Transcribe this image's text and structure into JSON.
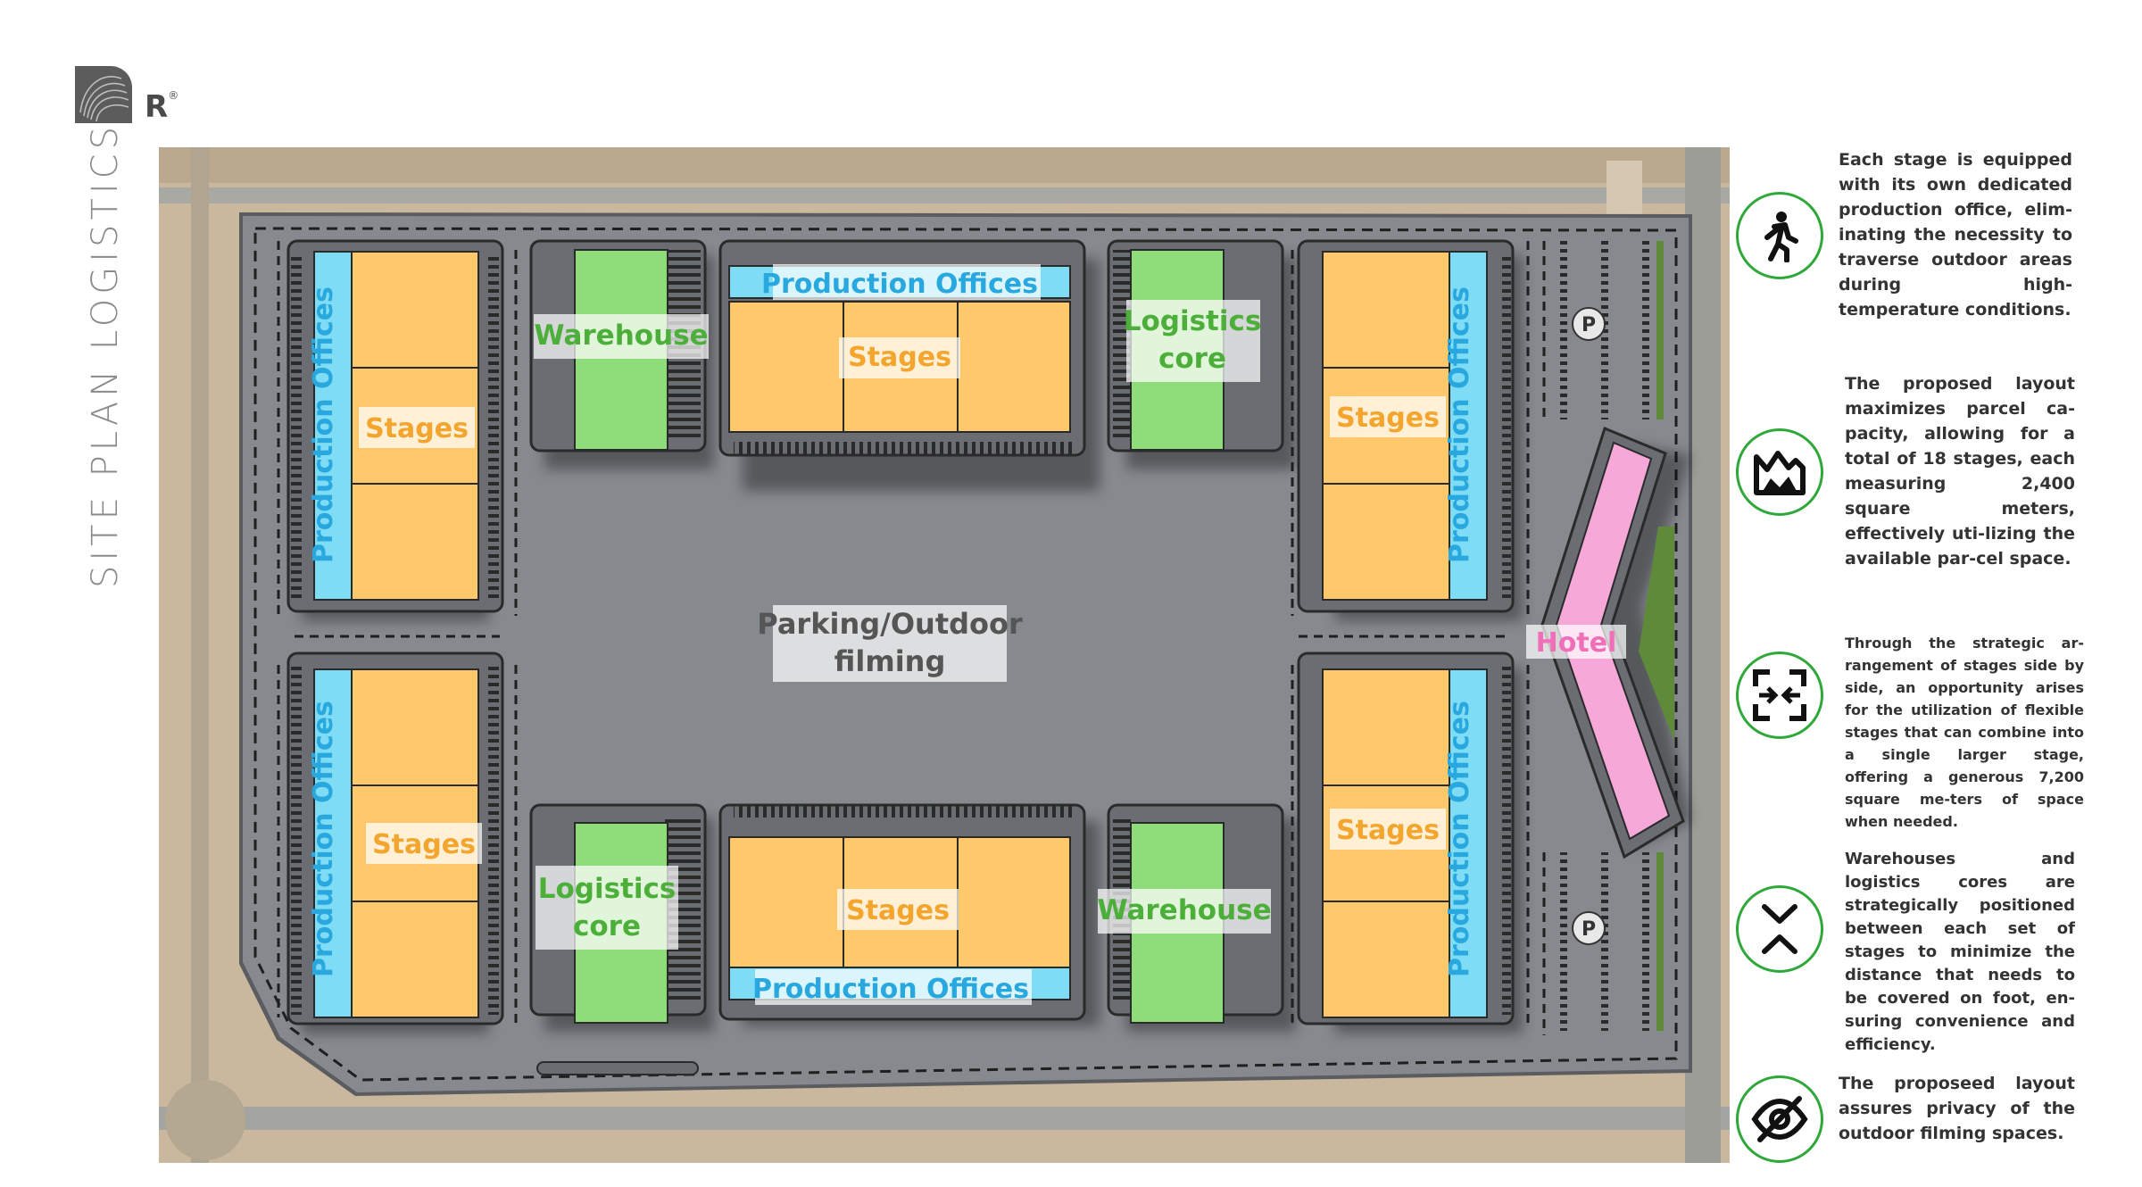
{
  "header": {
    "logo_letter": "R",
    "logo_mark": "®",
    "title": "SITE PLAN LOGISTICS"
  },
  "plan": {
    "labels": {
      "production_offices": "Production Offices",
      "stages": "Stages",
      "warehouse": "Warehouse",
      "logistics_core_line1": "Logistics",
      "logistics_core_line2": "core",
      "parking_line1": "Parking/Outdoor",
      "parking_line2": "filming",
      "hotel": "Hotel",
      "parking_sign": "P"
    },
    "colors": {
      "stages": "#ffc96b",
      "production_offices": "#7fdcf5",
      "warehouse": "#8fdc7a",
      "hotel": "#f6a8d8",
      "lot": "#86898d",
      "label_blue": "#29a8df",
      "label_green": "#4caf3a",
      "label_orange": "#f3a52e",
      "label_pink": "#f06fb8"
    }
  },
  "features": [
    {
      "icon": "walking-person-icon",
      "text": "Each stage is equipped with its own dedicated production office, elim-inating the necessity to traverse outdoor areas during high-temperature conditions."
    },
    {
      "icon": "mountains-icon",
      "text": "The proposed layout maximizes parcel ca-pacity, allowing for a total of 18 stages, each measuring 2,400 square meters, effectively uti-lizing the available par-cel space."
    },
    {
      "icon": "combine-arrows-icon",
      "text": "Through the strategic ar-rangement of stages side by side, an opportunity arises for the utilization of flexible stages that can combine into a single larger stage, offering a generous 7,200 square me-ters of space when needed."
    },
    {
      "icon": "converge-chevrons-icon",
      "text": "Warehouses and logistics cores are strategically positioned between each set of stages to minimize the distance that needs to be covered on foot, en-suring convenience and efficiency."
    },
    {
      "icon": "eye-slash-icon",
      "text": "The proposeed layout assures privacy of the outdoor filming spaces."
    }
  ]
}
